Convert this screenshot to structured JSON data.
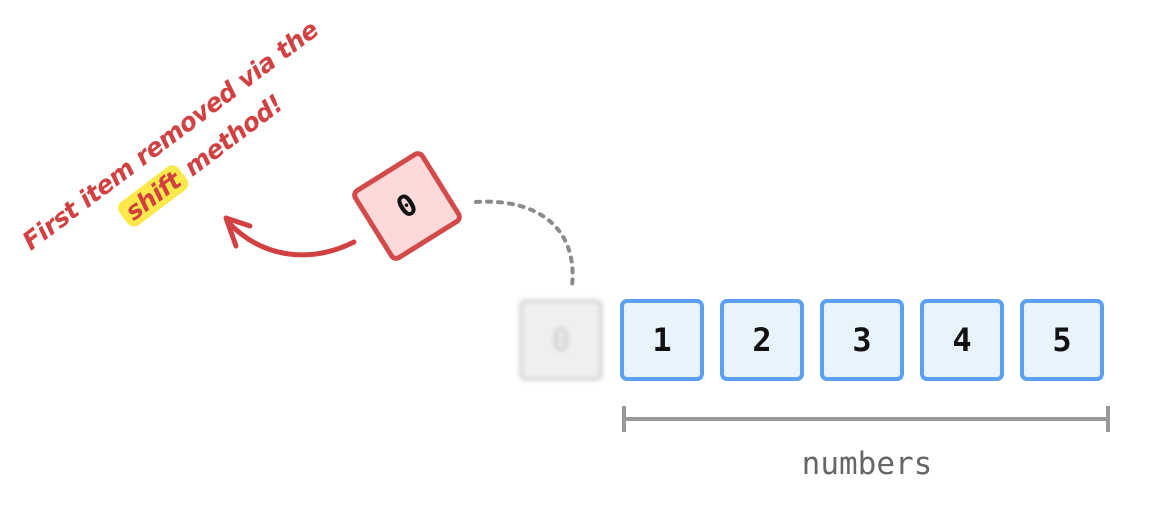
{
  "annotation": {
    "line1": "First item removed via the",
    "highlight": "shift",
    "line2_rest": "method!"
  },
  "removed_item": {
    "value": "0"
  },
  "ghost_item": {
    "value": "0"
  },
  "array": {
    "label": "numbers",
    "items": [
      "1",
      "2",
      "3",
      "4",
      "5"
    ]
  },
  "colors": {
    "cell_border": "#5aa0f5",
    "cell_fill": "#e8f3fe",
    "removed_border": "#d24b4b",
    "removed_fill": "#fdd9d9",
    "annotation_text": "#d24141",
    "highlight": "#fbe84a",
    "bracket": "#999999"
  }
}
